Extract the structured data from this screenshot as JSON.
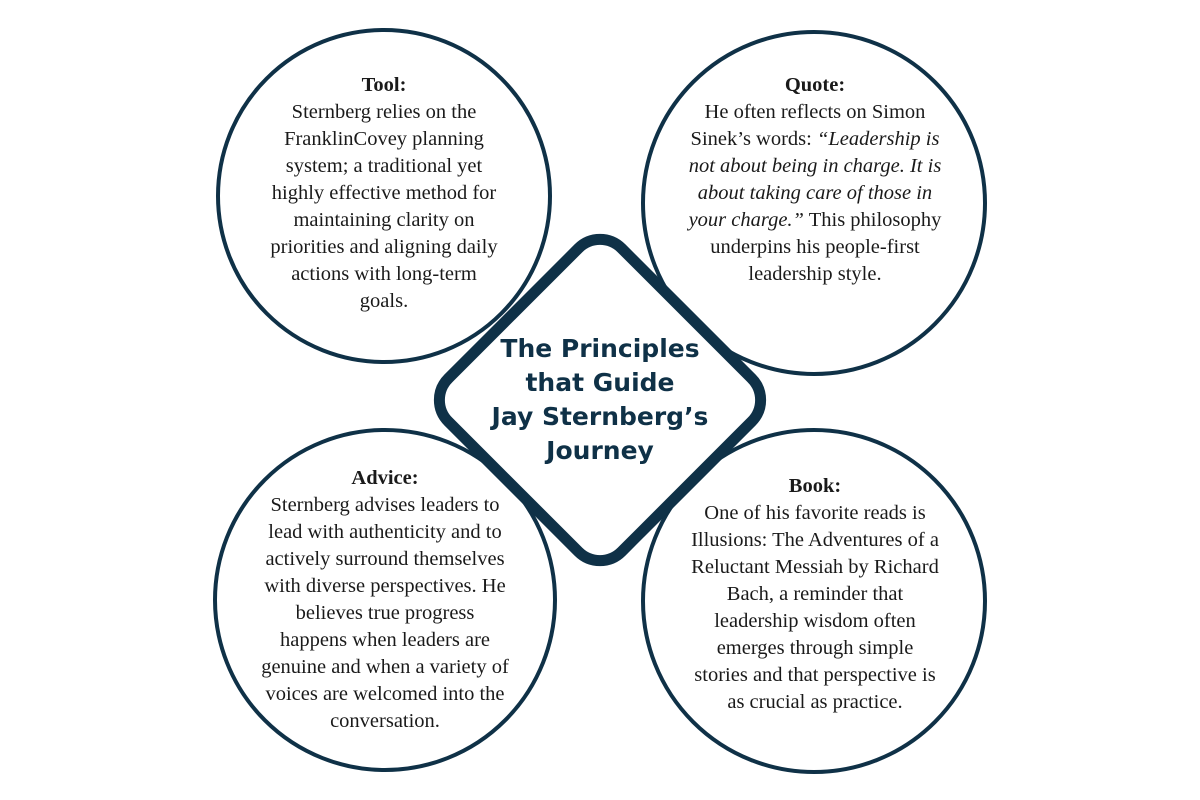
{
  "center_title": [
    "The Principles",
    "that Guide",
    "Jay Sternberg’s",
    "Journey"
  ],
  "colors": {
    "accent": "#0f3147"
  },
  "tool": {
    "label": "Tool:",
    "text": "Sternberg relies on the FranklinCovey planning system; a traditional yet highly effective method for maintaining clarity on priorities and aligning daily actions with long-term goals."
  },
  "quote": {
    "label": "Quote:",
    "intro": "He often reflects on Simon Sinek’s words:",
    "quote": "“Leadership is not about being in charge. It is about taking care of those in your charge.”",
    "outro": " This philosophy underpins his people-first leadership style."
  },
  "advice": {
    "label": "Advice:",
    "text": "Sternberg advises leaders to lead with authenticity and to actively surround themselves with diverse perspectives. He believes true progress happens when leaders are genuine and when a variety of voices are welcomed into the conversation."
  },
  "book": {
    "label": "Book:",
    "text": "One of his favorite reads is Illusions: The Adventures of a Reluctant Messiah by Richard Bach, a reminder that leadership wisdom often emerges through simple stories and that perspective is as crucial as practice."
  }
}
